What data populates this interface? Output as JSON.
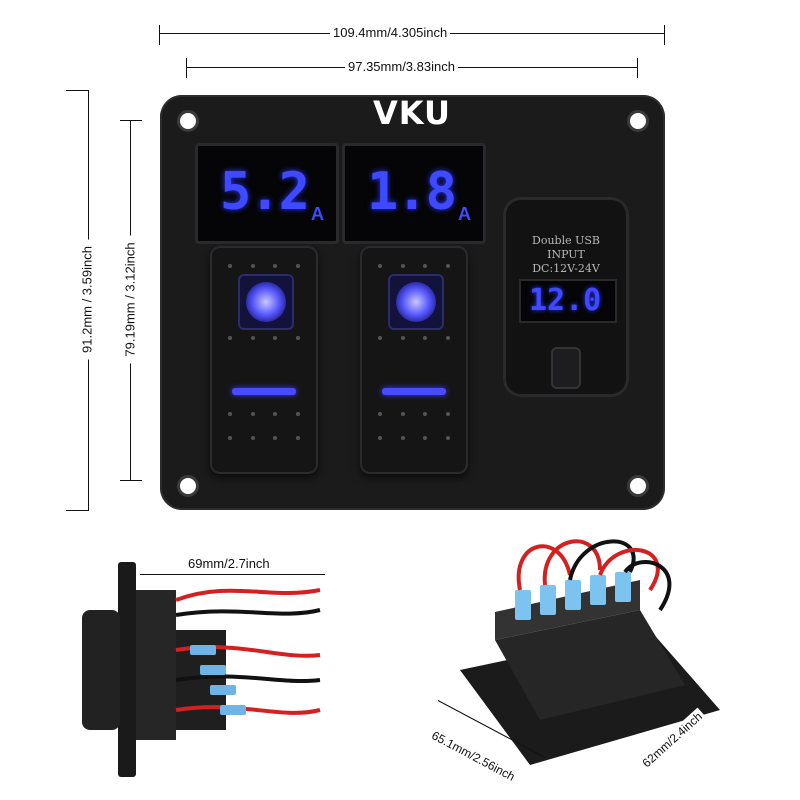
{
  "brand": "VKU",
  "dimensions": {
    "width_outer": "109.4mm/4.305inch",
    "width_inner": "97.35mm/3.83inch",
    "height_outer": "91.2mm / 3.59inch",
    "height_inner": "79.19mm / 3.12inch",
    "depth": "69mm/2.7inch",
    "base_length": "65.1mm/2.56inch",
    "base_width": "62mm/2.4inch"
  },
  "meters": [
    {
      "value": "5.2",
      "unit": "A"
    },
    {
      "value": "1.8",
      "unit": "A"
    }
  ],
  "usb": {
    "line1": "Double USB",
    "line2": "INPUT",
    "line3": "DC:12V-24V",
    "voltage": "12.0"
  },
  "colors": {
    "display_blue": "#3f49ff",
    "panel": "#1b1b1c"
  }
}
